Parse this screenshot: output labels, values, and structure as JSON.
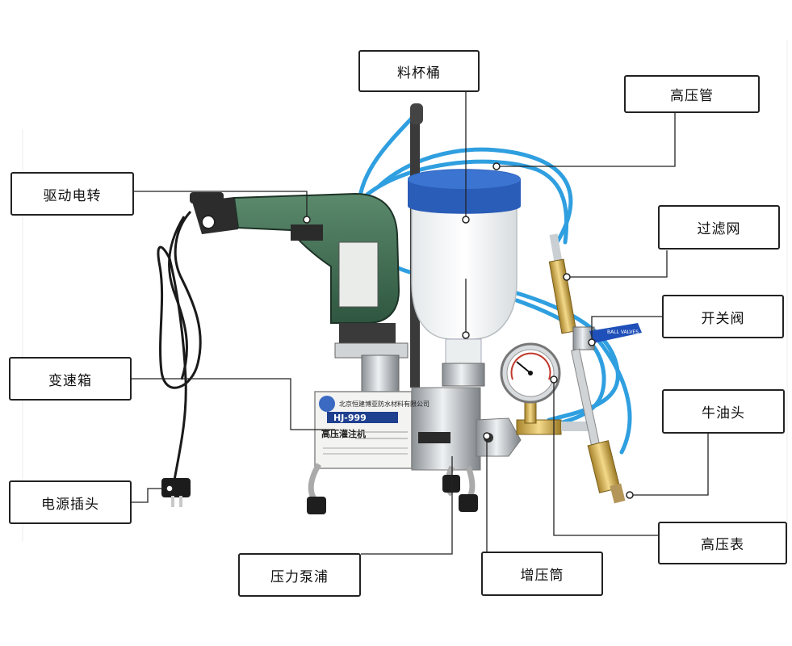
{
  "labels": {
    "cup": "料杯桶",
    "hose": "高压管",
    "drill": "驱动电转",
    "filter": "过滤网",
    "valve": "开关阀",
    "gearbox": "变速箱",
    "nozzle": "牛油头",
    "plug": "电源插头",
    "gauge": "高压表",
    "pump": "压力泵浦",
    "booster": "增压筒"
  },
  "plate": {
    "company": "北京恒建博亚防水材料有限公司",
    "model": "HJ-999",
    "name": "高压灌注机"
  },
  "valve_tag": "BALL VALVES",
  "colors": {
    "hose": "#2f9fe0",
    "cup_lid": "#2a5db8",
    "drill_body": "#3e6b4f",
    "label_border": "#222222",
    "leader_line": "#222222"
  }
}
